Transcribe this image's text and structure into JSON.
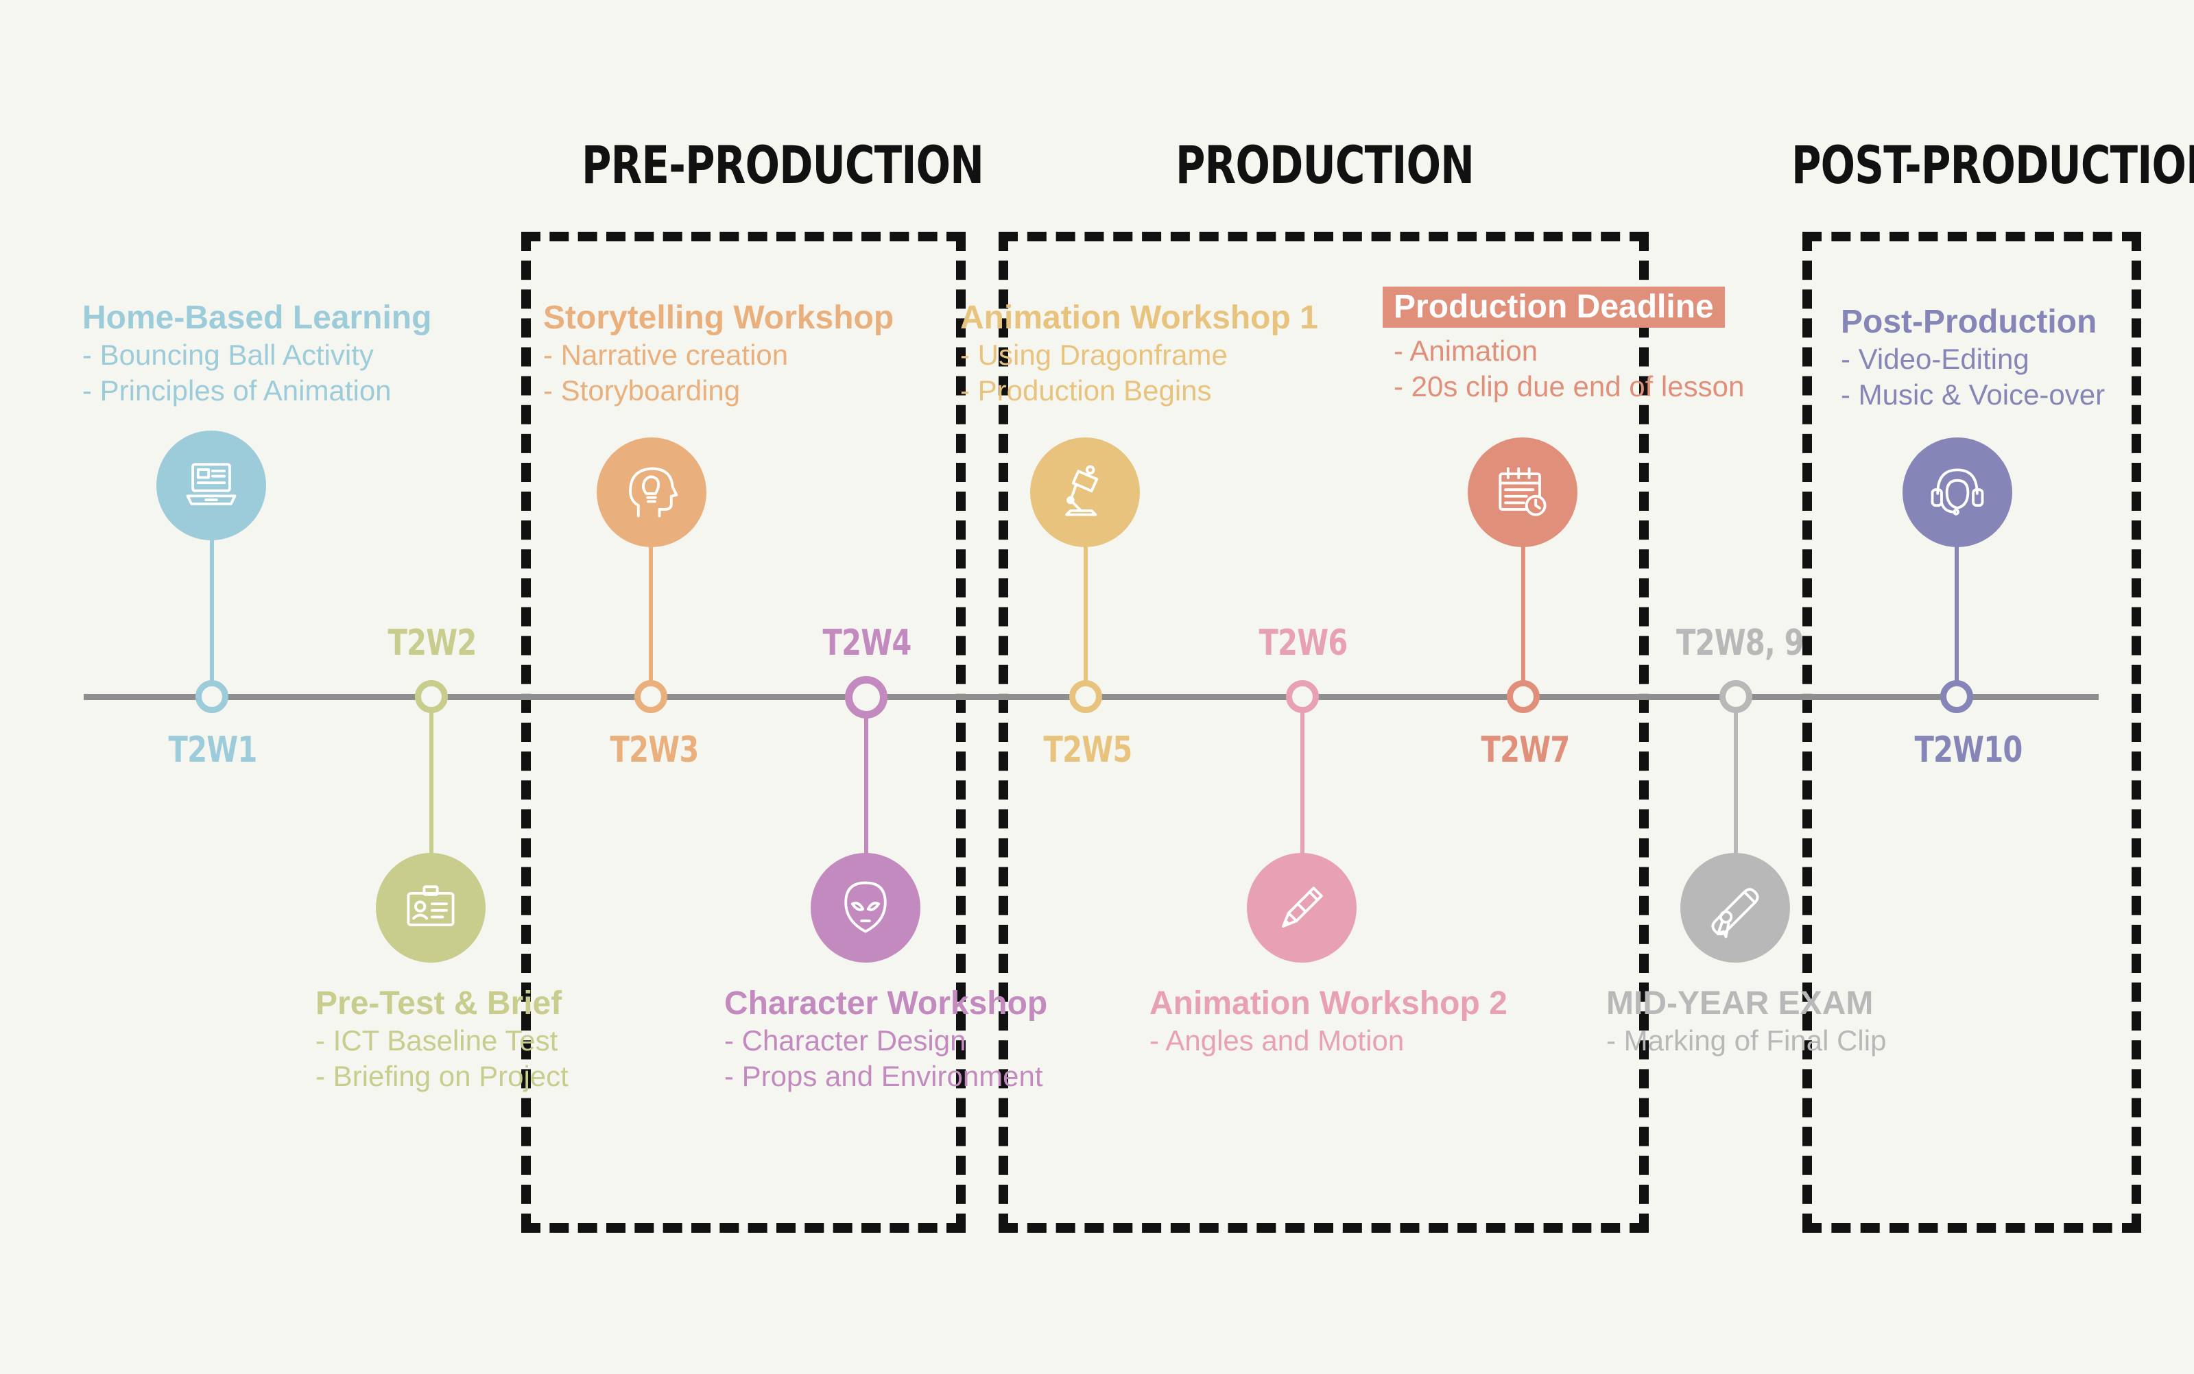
{
  "phases": [
    {
      "title": "PRE-PRODUCTION"
    },
    {
      "title": "PRODUCTION"
    },
    {
      "title": "POST-PRODUCTION"
    }
  ],
  "milestones": [
    {
      "week": "T2W1",
      "color": "#9ccbd9",
      "icon": "laptop-icon",
      "title": "Home-Based Learning",
      "details": [
        "- Bouncing Ball Activity",
        "- Principles of Animation"
      ]
    },
    {
      "week": "T2W2",
      "color": "#c8cc8c",
      "icon": "id-card-icon",
      "title": "Pre-Test & Brief",
      "details": [
        "- ICT Baseline Test",
        "- Briefing on Project"
      ]
    },
    {
      "week": "T2W3",
      "color": "#e9b07d",
      "icon": "idea-head-icon",
      "title": "Storytelling Workshop",
      "details": [
        "- Narrative creation",
        "- Storyboarding"
      ]
    },
    {
      "week": "T2W4",
      "color": "#c38ac0",
      "icon": "alien-icon",
      "title": "Character Workshop",
      "details": [
        "- Character Design",
        "- Props and Environment"
      ]
    },
    {
      "week": "T2W5",
      "color": "#e8c37e",
      "icon": "desk-lamp-icon",
      "title": "Animation Workshop 1",
      "details": [
        "- Using Dragonframe",
        "- Production Begins"
      ]
    },
    {
      "week": "T2W6",
      "color": "#e7a1b3",
      "icon": "pencil-icon",
      "title": "Animation Workshop 2",
      "details": [
        "- Angles and Motion"
      ]
    },
    {
      "week": "T2W7",
      "color": "#e0907a",
      "icon": "calendar-clock-icon",
      "title": "Production Deadline",
      "details": [
        "- Animation",
        "- 20s clip due end of lesson"
      ]
    },
    {
      "week": "T2W8, 9",
      "color": "#b8b8b8",
      "icon": "diploma-icon",
      "title": "MID-YEAR EXAM",
      "details": [
        "- Marking of Final Clip"
      ]
    },
    {
      "week": "T2W10",
      "color": "#8585b8",
      "icon": "headset-icon",
      "title": "Post-Production",
      "details": [
        "- Video-Editing",
        "- Music & Voice-over"
      ]
    }
  ]
}
